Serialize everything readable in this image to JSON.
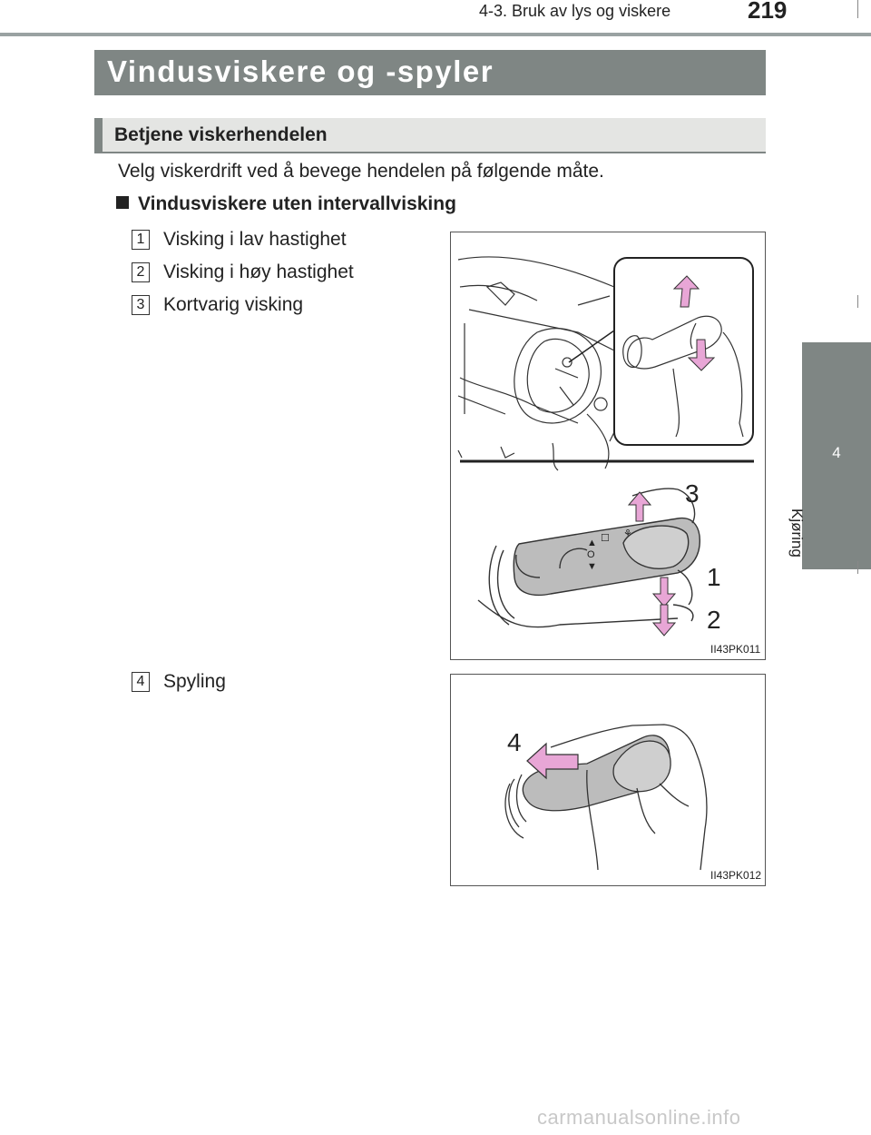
{
  "header": {
    "section": "4-3. Bruk av lys og viskere",
    "page_number": "219"
  },
  "title": "Vindusviskere og -spyler",
  "subtitle": "Betjene viskerhendelen",
  "intro": "Velg viskerdrift ved å bevege hendelen på følgende måte.",
  "condition": "Vindusviskere uten intervallvisking",
  "items": [
    {
      "num": "1",
      "label": "Visking i lav hastighet"
    },
    {
      "num": "2",
      "label": "Visking i høy hastighet"
    },
    {
      "num": "3",
      "label": "Kortvarig visking"
    },
    {
      "num": "4",
      "label": "Spyling"
    }
  ],
  "side_tab": {
    "chapter": "4",
    "label": "Kjøring"
  },
  "figures": [
    {
      "code": "II43PK011",
      "callouts": [
        "3",
        "1",
        "2"
      ]
    },
    {
      "code": "II43PK012",
      "callouts": [
        "4"
      ]
    }
  ],
  "watermark": "carmanualsonline.info",
  "colors": {
    "title_bar": "#7f8684",
    "subtitle_bar": "#e4e5e3",
    "arrow_pink": "#e8a6d6"
  }
}
